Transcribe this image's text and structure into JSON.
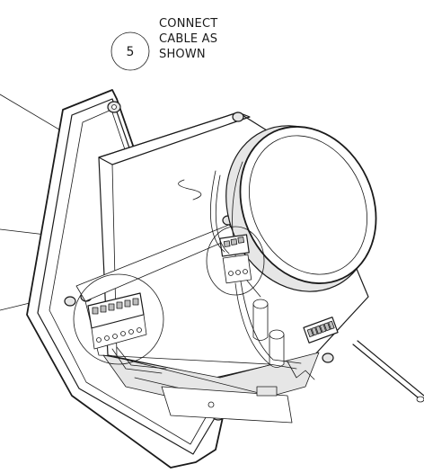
{
  "instruction": {
    "step_number": "5",
    "lines": [
      "CONNECT",
      "CABLE AS",
      "SHOWN"
    ]
  },
  "colors": {
    "ink": "#1a1a1a",
    "background": "#ffffff"
  }
}
